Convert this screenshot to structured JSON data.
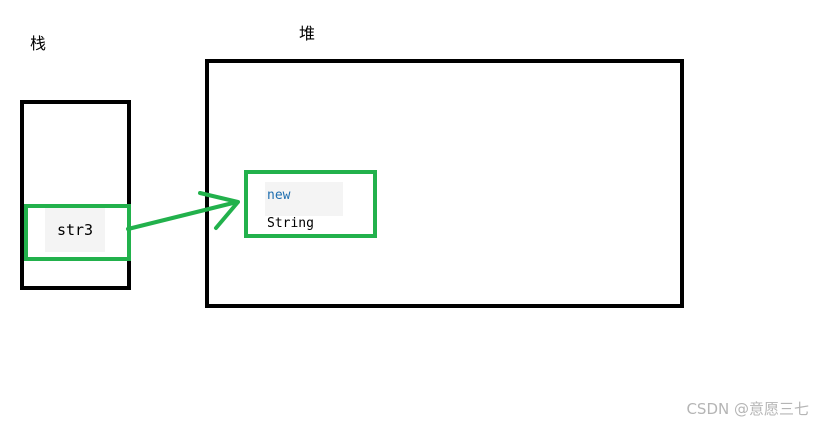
{
  "stack": {
    "label": "栈",
    "variable": "str3"
  },
  "heap": {
    "label": "堆",
    "keyword": "new",
    "type_name": "String"
  },
  "watermark": "CSDN @意愿三七",
  "colors": {
    "highlight": "#22b14c",
    "outline": "#000000",
    "keyword": "#1f6fb0"
  }
}
